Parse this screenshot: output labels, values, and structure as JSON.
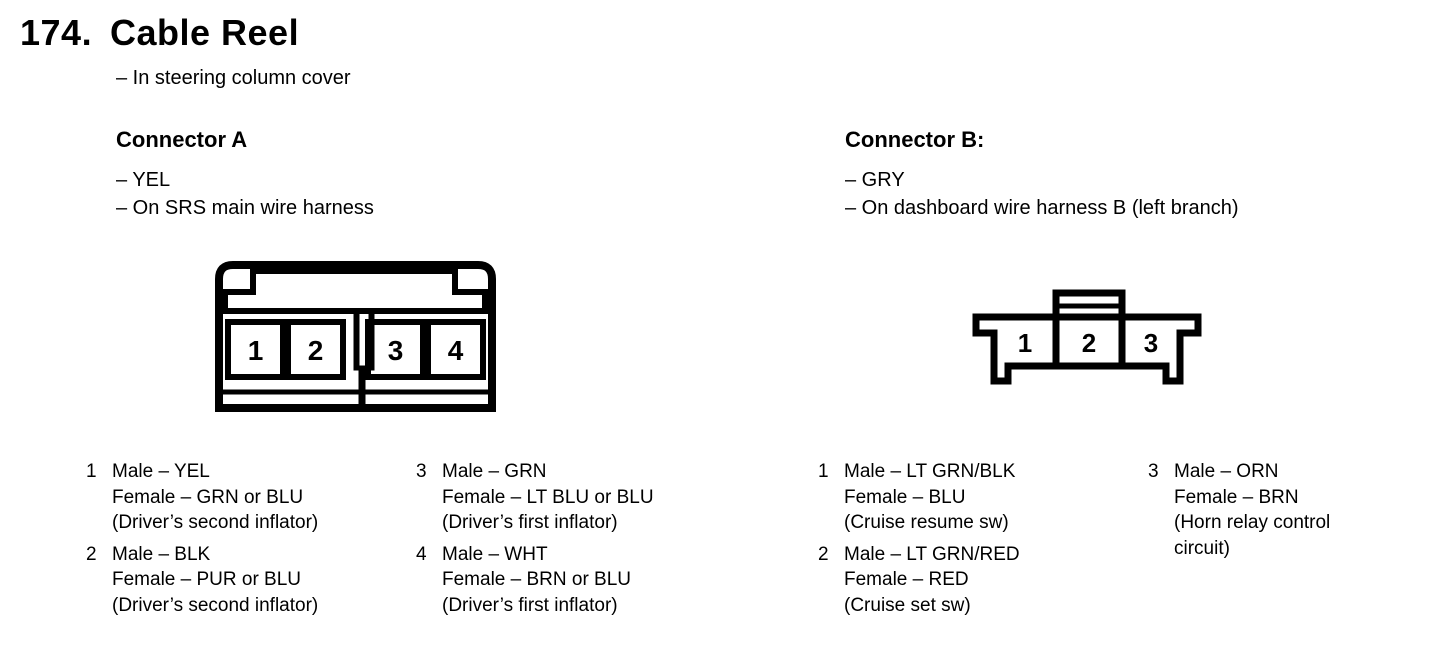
{
  "page": {
    "number": "174.",
    "title": "Cable Reel",
    "subtitle": "– In steering column cover"
  },
  "colors": {
    "ink": "#000000",
    "paper": "#ffffff"
  },
  "connector_a": {
    "heading": "Connector A",
    "notes": [
      "– YEL",
      "– On SRS main wire harness"
    ],
    "pins": [
      {
        "num": "1",
        "male": "Male – YEL",
        "female": "Female – GRN or BLU",
        "desc": "(Driver’s second inflator)"
      },
      {
        "num": "2",
        "male": "Male – BLK",
        "female": "Female – PUR or BLU",
        "desc": "(Driver’s second inflator)"
      },
      {
        "num": "3",
        "male": "Male – GRN",
        "female": "Female – LT BLU or BLU",
        "desc": "(Driver’s first inflator)"
      },
      {
        "num": "4",
        "male": "Male – WHT",
        "female": "Female – BRN or BLU",
        "desc": "(Driver’s first inflator)"
      }
    ]
  },
  "connector_b": {
    "heading": "Connector B:",
    "notes": [
      "– GRY",
      "– On dashboard wire harness B (left branch)"
    ],
    "pins": [
      {
        "num": "1",
        "male": "Male – LT GRN/BLK",
        "female": "Female – BLU",
        "desc": "(Cruise resume sw)"
      },
      {
        "num": "2",
        "male": "Male – LT GRN/RED",
        "female": "Female – RED",
        "desc": "(Cruise set sw)"
      },
      {
        "num": "3",
        "male": "Male – ORN",
        "female": "Female – BRN",
        "desc": "(Horn relay control circuit)"
      }
    ]
  }
}
